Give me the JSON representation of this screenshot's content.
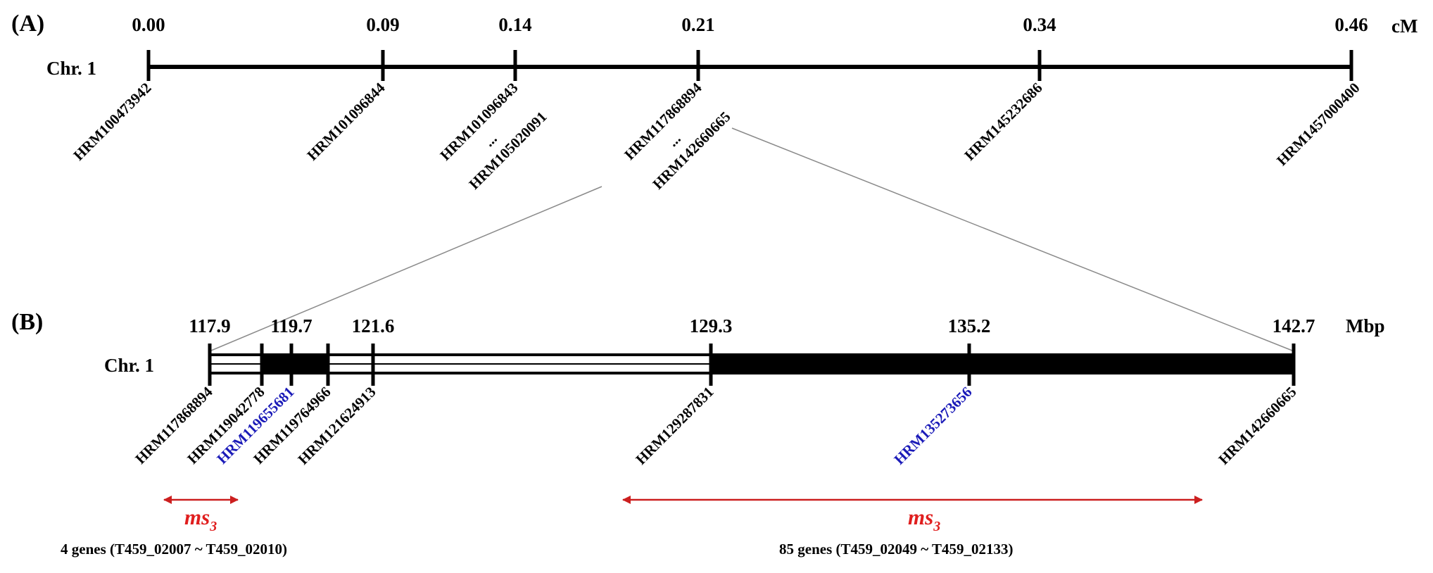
{
  "panel_a": {
    "label": "(A)",
    "chromosome": "Chr. 1",
    "unit": "cM",
    "positions": [
      "0.00",
      "0.09",
      "0.14",
      "0.21",
      "0.34",
      "0.46"
    ],
    "markers": [
      {
        "lines": [
          "HRM100473942"
        ]
      },
      {
        "lines": [
          "HRM101096844"
        ]
      },
      {
        "lines": [
          "HRM101096843",
          "...",
          "HRM105020091"
        ]
      },
      {
        "lines": [
          "HRM117868894",
          "...",
          "HRM142660665"
        ]
      },
      {
        "lines": [
          "HRM145232686"
        ]
      },
      {
        "lines": [
          "HRM1457000400"
        ]
      }
    ]
  },
  "panel_b": {
    "label": "(B)",
    "chromosome": "Chr. 1",
    "unit": "Mbp",
    "positions": [
      "117.9",
      "119.7",
      "121.6",
      "129.3",
      "135.2",
      "142.7"
    ],
    "markers": [
      {
        "text": "HRM117868894",
        "highlight": false
      },
      {
        "text": "HRM119042778",
        "highlight": false
      },
      {
        "text": "HRM119655681",
        "highlight": true
      },
      {
        "text": "HRM119764966",
        "highlight": false
      },
      {
        "text": "HRM121624913",
        "highlight": false
      },
      {
        "text": "HRM129287831",
        "highlight": false
      },
      {
        "text": "HRM135273656",
        "highlight": true
      },
      {
        "text": "HRM142660665",
        "highlight": false
      }
    ],
    "intervals": [
      {
        "gene": "ms",
        "subscript": "3",
        "genes_text": "4 genes (T459_02007 ~ T459_02010)"
      },
      {
        "gene": "ms",
        "subscript": "3",
        "genes_text": "85 genes (T459_02049 ~ T459_02133)"
      }
    ]
  },
  "colors": {
    "line": "#000000",
    "highlight_marker": "#1a1ab8",
    "gene_interval": "#cc1f1f",
    "zoom_line": "#8a8a8a"
  }
}
